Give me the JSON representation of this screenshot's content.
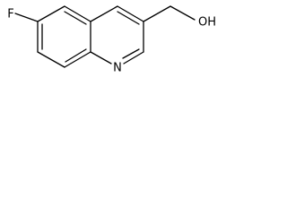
{
  "molecule": {
    "atoms": {
      "fluorine": "F",
      "nitrogen": "N",
      "hydroxyl": "OH"
    },
    "colors": {
      "bond": "#000000",
      "label": "#000000",
      "background": "#ffffff"
    }
  }
}
